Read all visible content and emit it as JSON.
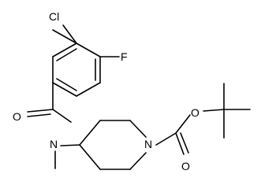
{
  "atoms": {
    "chlorine": "Cl",
    "fluorine": "F",
    "amide_oxygen": "O",
    "amide_nitrogen": "N",
    "piperidine_nitrogen": "N",
    "ester_oxygen": "O",
    "carbonyl_oxygen": "O"
  },
  "colors": {
    "bond": "#000000",
    "label": "#000000",
    "background": "#ffffff"
  }
}
